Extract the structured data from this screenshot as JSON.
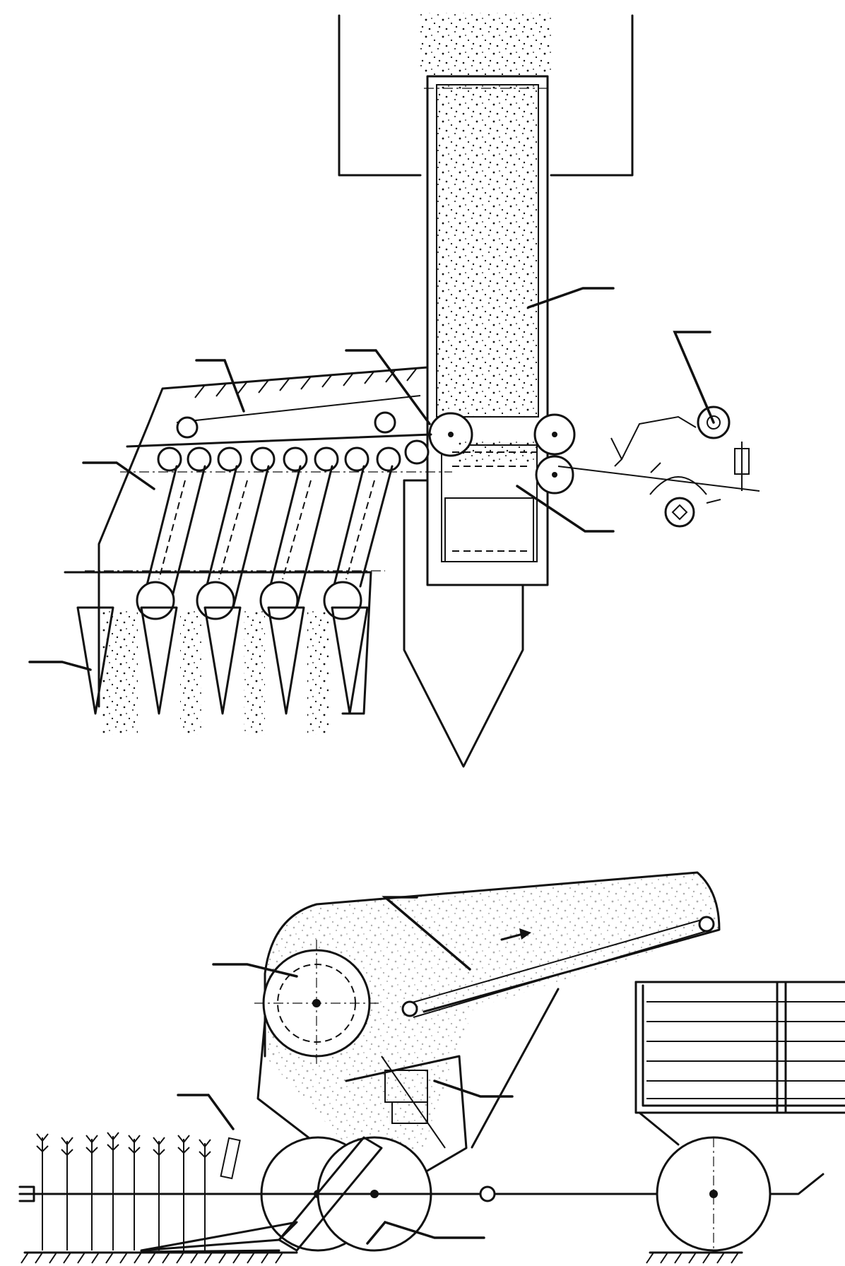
{
  "figure": {
    "top_view": {
      "callouts": [
        {
          "id": "conveyor-housing",
          "label": ""
        },
        {
          "id": "feed-roller",
          "label": ""
        },
        {
          "id": "hood",
          "label": ""
        },
        {
          "id": "row-unit-frame",
          "label": ""
        },
        {
          "id": "crop-divider",
          "label": ""
        },
        {
          "id": "rolls",
          "label": ""
        },
        {
          "id": "drive-linkage",
          "label": ""
        }
      ]
    },
    "side_view": {
      "callouts": [
        {
          "id": "elevator",
          "label": ""
        },
        {
          "id": "drum",
          "label": ""
        },
        {
          "id": "housing",
          "label": ""
        },
        {
          "id": "picker",
          "label": ""
        },
        {
          "id": "wheels",
          "label": ""
        }
      ]
    }
  }
}
